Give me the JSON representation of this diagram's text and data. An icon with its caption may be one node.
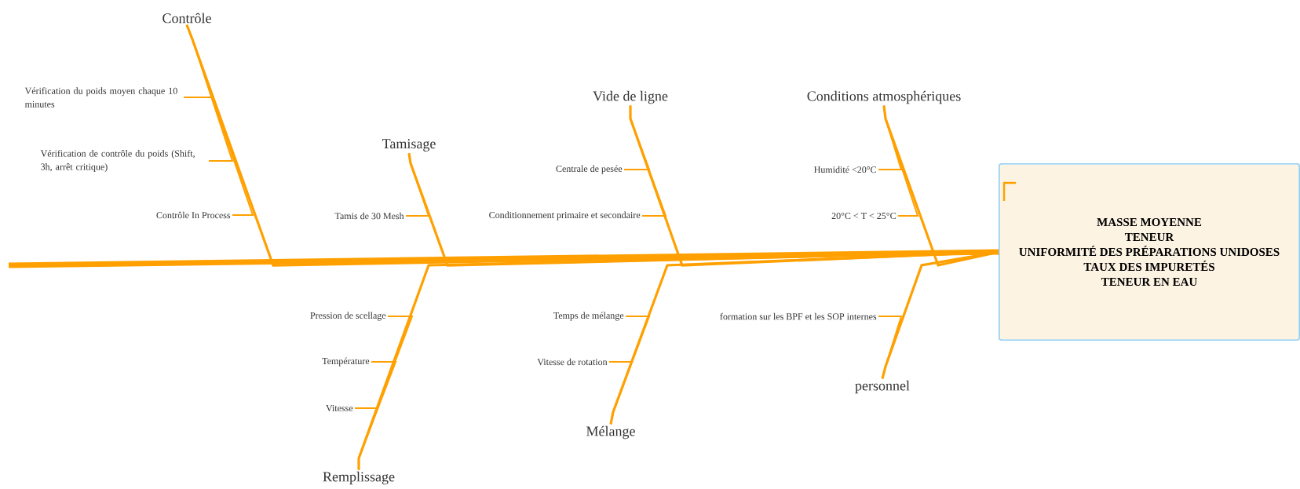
{
  "diagram": {
    "nodes": [
      {
        "text": [
          "Contrôle"
        ]
      },
      {
        "text": [
          "Vérification du poids moyen chaque 10 minutes"
        ]
      },
      {
        "text": [
          "Vérification de contrôle du poids (Shift, 3h, arrêt critique)"
        ]
      },
      {
        "text": [
          "Contrôle In Process"
        ]
      },
      {
        "text": [
          "Tamisage"
        ]
      },
      {
        "text": [
          "Tamis de 30 Mesh"
        ]
      },
      {
        "text": [
          "Vide de ligne"
        ]
      },
      {
        "text": [
          "Centrale de pesée"
        ]
      },
      {
        "text": [
          "Conditionnement primaire et secondaire"
        ]
      },
      {
        "text": [
          "Conditions atmosphériques"
        ]
      },
      {
        "text": [
          "Humidité <20°C"
        ]
      },
      {
        "text": [
          "20°C < T < 25°C"
        ]
      },
      {
        "text": [
          "MASSE MOYENNE",
          "TENEUR",
          "UNIFORMITÉ DES PRÉPARATIONS UNIDOSES",
          "TAUX DES IMPURETÉS",
          "TENEUR EN EAU"
        ]
      },
      {
        "text": [
          "Remplissage"
        ]
      },
      {
        "text": [
          "Pression de scellage"
        ]
      },
      {
        "text": [
          "Température"
        ]
      },
      {
        "text": [
          "Vitesse"
        ]
      },
      {
        "text": [
          "Mélange"
        ]
      },
      {
        "text": [
          "Temps de mélange"
        ]
      },
      {
        "text": [
          "Vitesse de rotation"
        ]
      },
      {
        "text": [
          "personnel"
        ]
      },
      {
        "text": [
          "formation sur les BPF et les SOP internes"
        ]
      }
    ],
    "edges": [
      {
        "from": null,
        "to": 12,
        "arrow": "none",
        "style": "thick"
      },
      {
        "from": 0,
        "to": 12,
        "arrow": "none"
      },
      {
        "from": 4,
        "to": 12,
        "arrow": "none"
      },
      {
        "from": 6,
        "to": 12,
        "arrow": "none"
      },
      {
        "from": 9,
        "to": 12,
        "arrow": "none"
      },
      {
        "from": 13,
        "to": 12,
        "arrow": "none"
      },
      {
        "from": 17,
        "to": 12,
        "arrow": "none"
      },
      {
        "from": 20,
        "to": 12,
        "arrow": "none"
      },
      {
        "from": 1,
        "to": 0,
        "arrow": "none"
      },
      {
        "from": 2,
        "to": 0,
        "arrow": "none"
      },
      {
        "from": 3,
        "to": 0,
        "arrow": "none"
      },
      {
        "from": 5,
        "to": 4,
        "arrow": "none"
      },
      {
        "from": 7,
        "to": 6,
        "arrow": "none"
      },
      {
        "from": 8,
        "to": 6,
        "arrow": "none"
      },
      {
        "from": 10,
        "to": 9,
        "arrow": "none"
      },
      {
        "from": 11,
        "to": 9,
        "arrow": "none"
      },
      {
        "from": 14,
        "to": 13,
        "arrow": "none"
      },
      {
        "from": 15,
        "to": 13,
        "arrow": "none"
      },
      {
        "from": 16,
        "to": 13,
        "arrow": "none"
      },
      {
        "from": 18,
        "to": 17,
        "arrow": "none"
      },
      {
        "from": 19,
        "to": 17,
        "arrow": "none"
      },
      {
        "from": 21,
        "to": 20,
        "arrow": "none"
      }
    ]
  }
}
